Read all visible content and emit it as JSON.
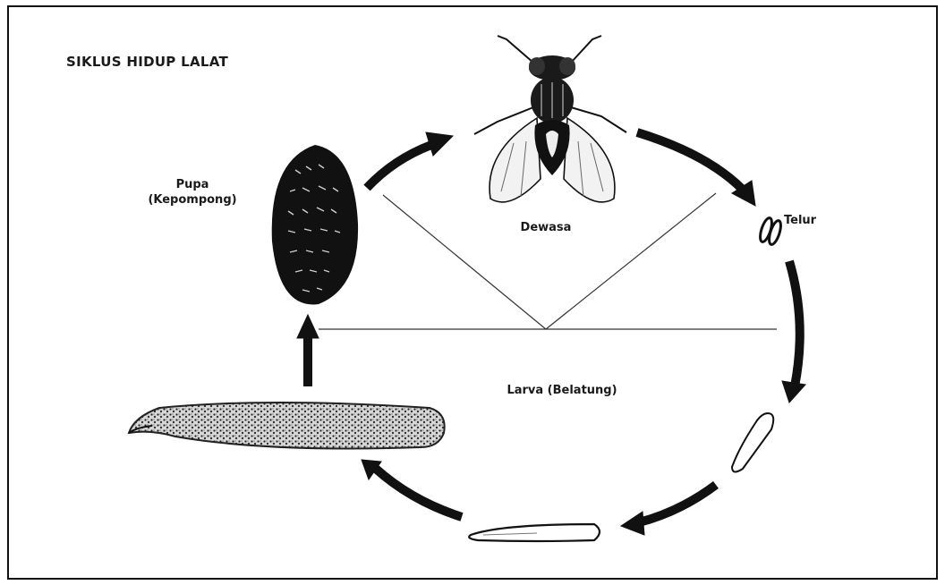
{
  "title": "SIKLUS HIDUP LALAT",
  "stages": {
    "adult": "Dewasa",
    "egg": "Telur",
    "larva": "Larva (Belatung)",
    "pupa_line1": "Pupa",
    "pupa_line2": "(Kepompong)"
  },
  "colors": {
    "ink": "#111111",
    "background": "#ffffff"
  }
}
